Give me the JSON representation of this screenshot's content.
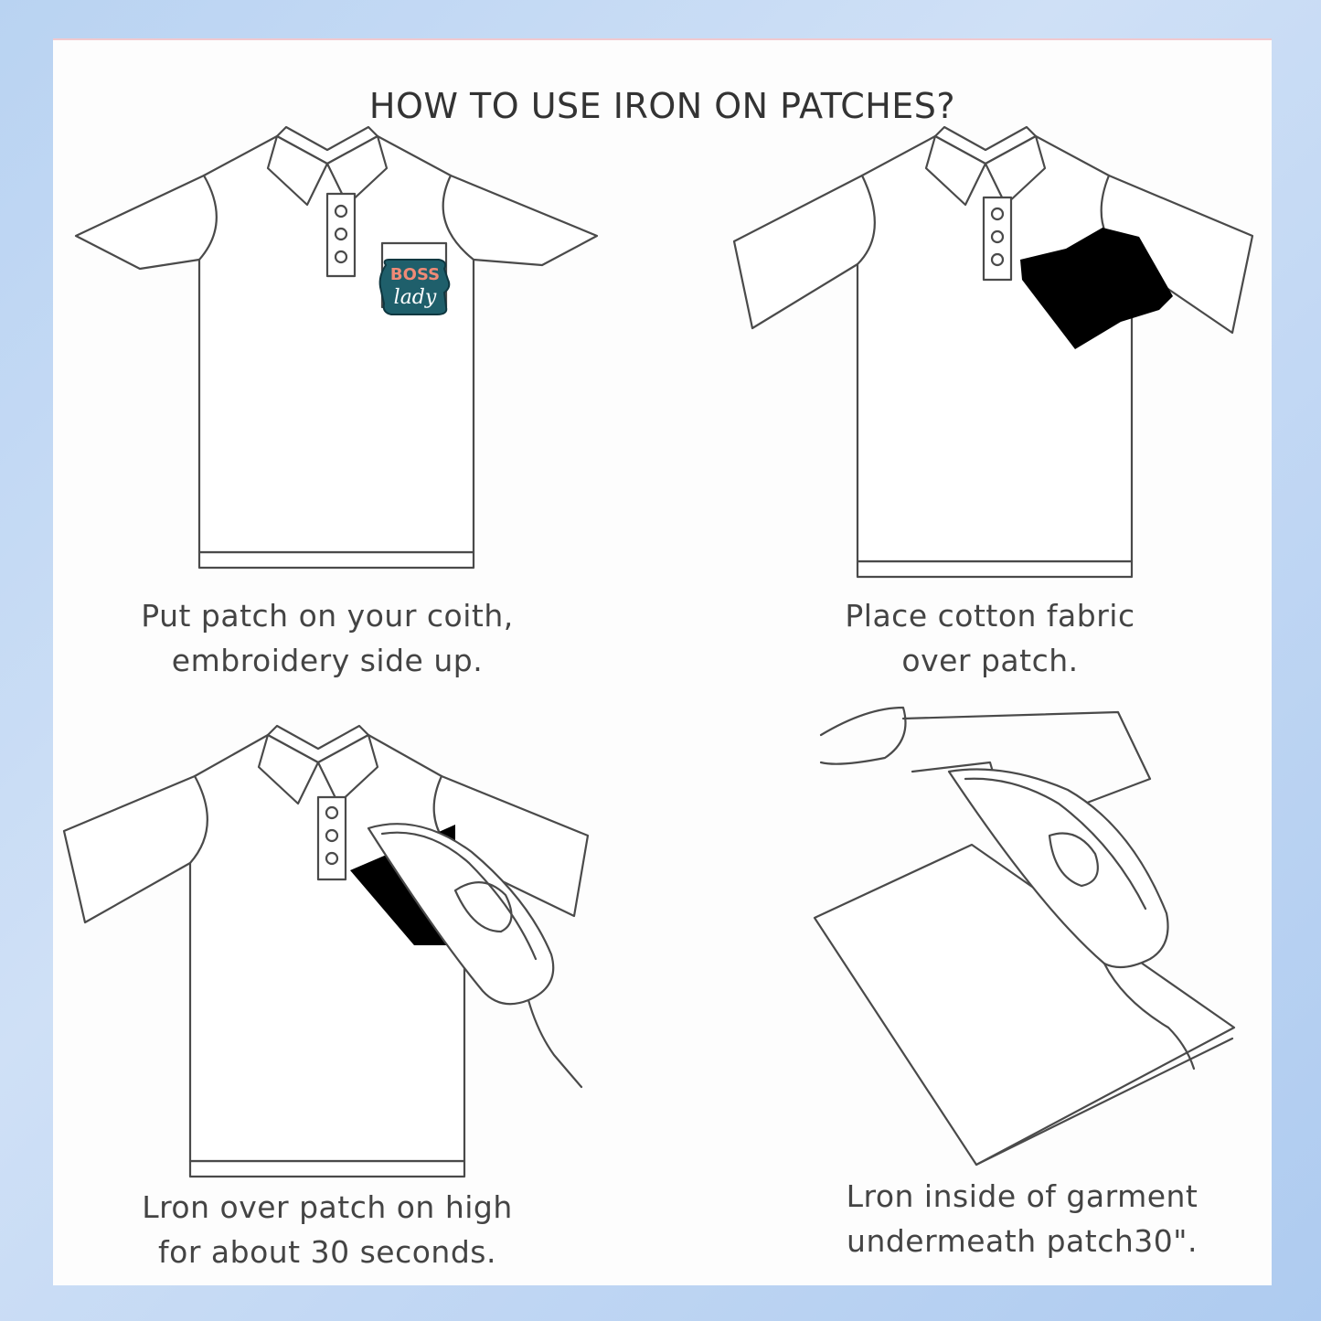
{
  "title": "HOW TO USE IRON ON PATCHES?",
  "patch": {
    "line1": "BOSS",
    "line2": "lady",
    "bg_color": "#1f5f6b",
    "text_color": "#f08a76"
  },
  "steps": [
    {
      "line1": "Put patch on your coith,",
      "line2": "embroidery side up."
    },
    {
      "line1": "Place cotton fabric",
      "line2": "over patch."
    },
    {
      "line1": "Lron over patch on high",
      "line2": "for about 30 seconds."
    },
    {
      "line1": "Lron inside of garment",
      "line2": "undermeath patch30\"."
    }
  ],
  "colors": {
    "background": "#c4daf4",
    "card": "#fdfdfd",
    "ink": "#4a4a4a",
    "fabric": "#000000"
  }
}
